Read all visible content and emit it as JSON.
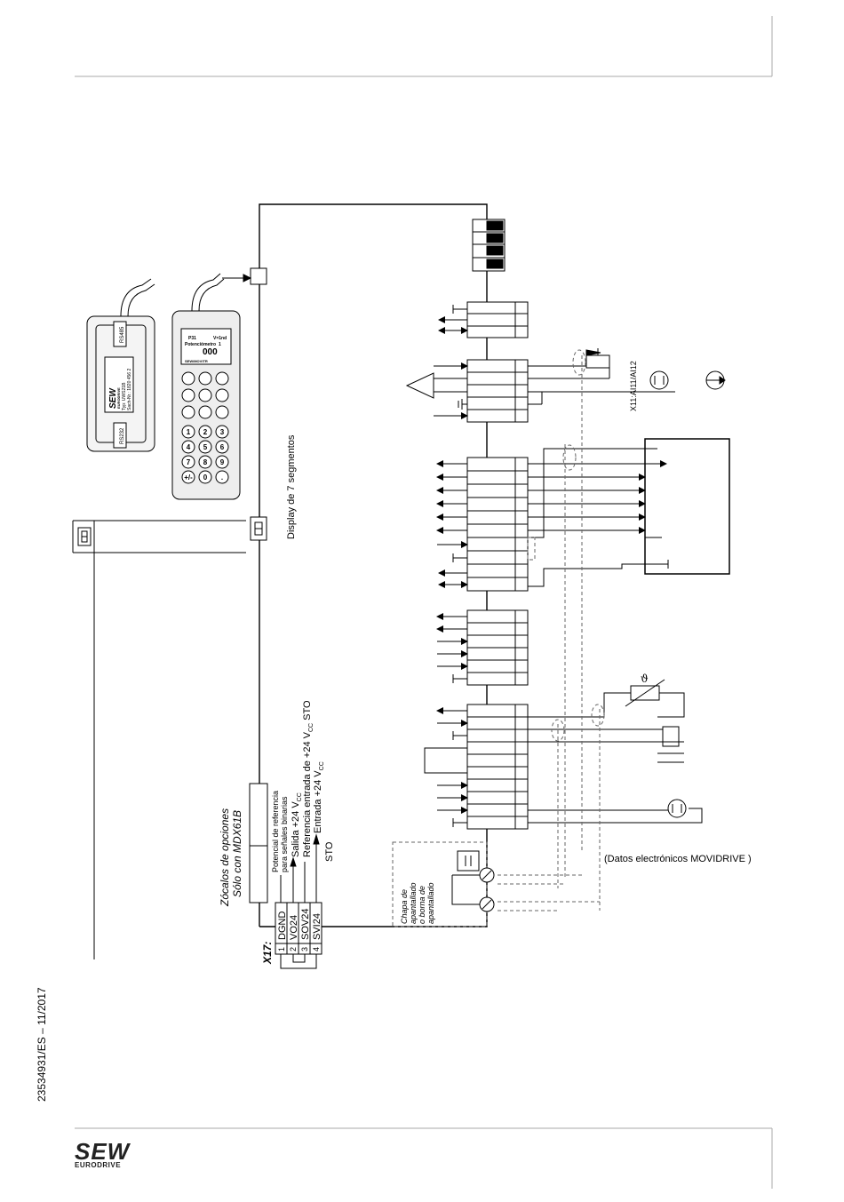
{
  "footer": {
    "doc_number": "23534931/ES – 11/2017",
    "logo_word": "SEW",
    "logo_sub": "EURODRIVE"
  },
  "diagram": {
    "x17_label": "X17:",
    "x17_pins": [
      {
        "num": "1",
        "name": "DGND"
      },
      {
        "num": "2",
        "name": "VO24"
      },
      {
        "num": "3",
        "name": "SOV24"
      },
      {
        "num": "4",
        "name": "SVI24"
      }
    ],
    "option_slots_title": "Zócalos de opciones",
    "option_slots_sub": "Sólo con MDX61B",
    "ref_potential_1": "Potencial de referencia",
    "ref_potential_2": "para señales binarias",
    "out_24v": "Salida +24 V",
    "ref_in_sto": "Referencia entrada de +24 V",
    "sto": "STO",
    "in_24v": "Entrada +24 V",
    "sto2": "STO",
    "vcc_sub": "CC",
    "display_label": "Display de 7 segmentos",
    "x11_label": "X11:AI11/AI12",
    "shield_1": "Chapa de",
    "shield_2": "apantallado",
    "shield_3": "o borna de",
    "shield_4": "apantallado",
    "datos": "(Datos electrónicos MOVIDRIVE   )",
    "theta": "ϑ"
  },
  "keypad": {
    "screen_l1": "P31",
    "screen_r1": "V=1nd",
    "screen_l2": "Potenciómetro",
    "screen_r2": "1",
    "screen_big": "000",
    "screen_bottom": "SEW/MOVITR",
    "keys": [
      "1",
      "2",
      "3",
      "4",
      "5",
      "6",
      "7",
      "8",
      "9",
      "+/-",
      "0",
      "."
    ]
  },
  "interface": {
    "port_top": "RS485",
    "port_bottom": "RS232",
    "brand": "SEW",
    "brand_sub": "EURODRIVE",
    "typ": "Typ:",
    "typ_val": "UWS21B",
    "sach": "Sach-Nr.:",
    "sach_val": "1820 456 2"
  }
}
